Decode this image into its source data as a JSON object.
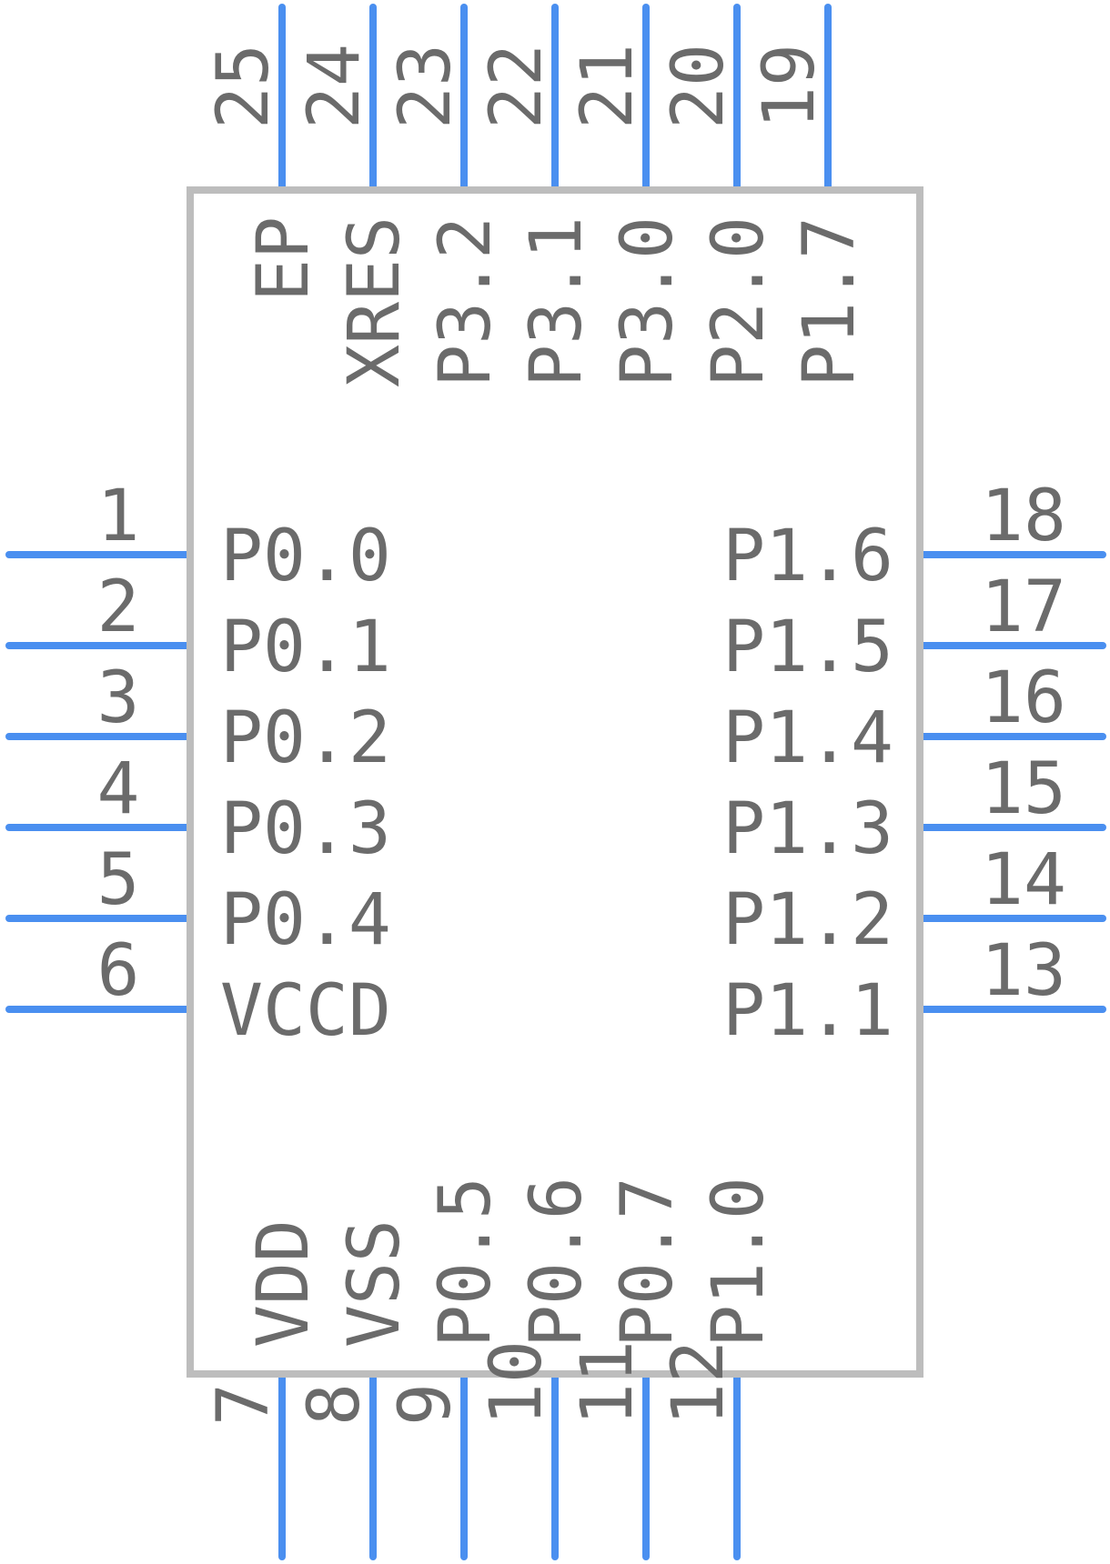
{
  "colors": {
    "pin": "#4a8ff0",
    "body": "#bdbdbd",
    "text": "#6b6b6b",
    "background": "#ffffff"
  },
  "pins": {
    "left": [
      {
        "number": "1",
        "name": "P0.0"
      },
      {
        "number": "2",
        "name": "P0.1"
      },
      {
        "number": "3",
        "name": "P0.2"
      },
      {
        "number": "4",
        "name": "P0.3"
      },
      {
        "number": "5",
        "name": "P0.4"
      },
      {
        "number": "6",
        "name": "VCCD"
      }
    ],
    "right": [
      {
        "number": "18",
        "name": "P1.6"
      },
      {
        "number": "17",
        "name": "P1.5"
      },
      {
        "number": "16",
        "name": "P1.4"
      },
      {
        "number": "15",
        "name": "P1.3"
      },
      {
        "number": "14",
        "name": "P1.2"
      },
      {
        "number": "13",
        "name": "P1.1"
      }
    ],
    "top": [
      {
        "number": "25",
        "name": "EP"
      },
      {
        "number": "24",
        "name": "XRES"
      },
      {
        "number": "23",
        "name": "P3.2"
      },
      {
        "number": "22",
        "name": "P3.1"
      },
      {
        "number": "21",
        "name": "P3.0"
      },
      {
        "number": "20",
        "name": "P2.0"
      },
      {
        "number": "19",
        "name": "P1.7"
      }
    ],
    "bottom": [
      {
        "number": "7",
        "name": "VDD"
      },
      {
        "number": "8",
        "name": "VSS"
      },
      {
        "number": "9",
        "name": "P0.5"
      },
      {
        "number": "10",
        "name": "P0.6"
      },
      {
        "number": "11",
        "name": "P0.7"
      },
      {
        "number": "12",
        "name": "P1.0"
      }
    ]
  }
}
